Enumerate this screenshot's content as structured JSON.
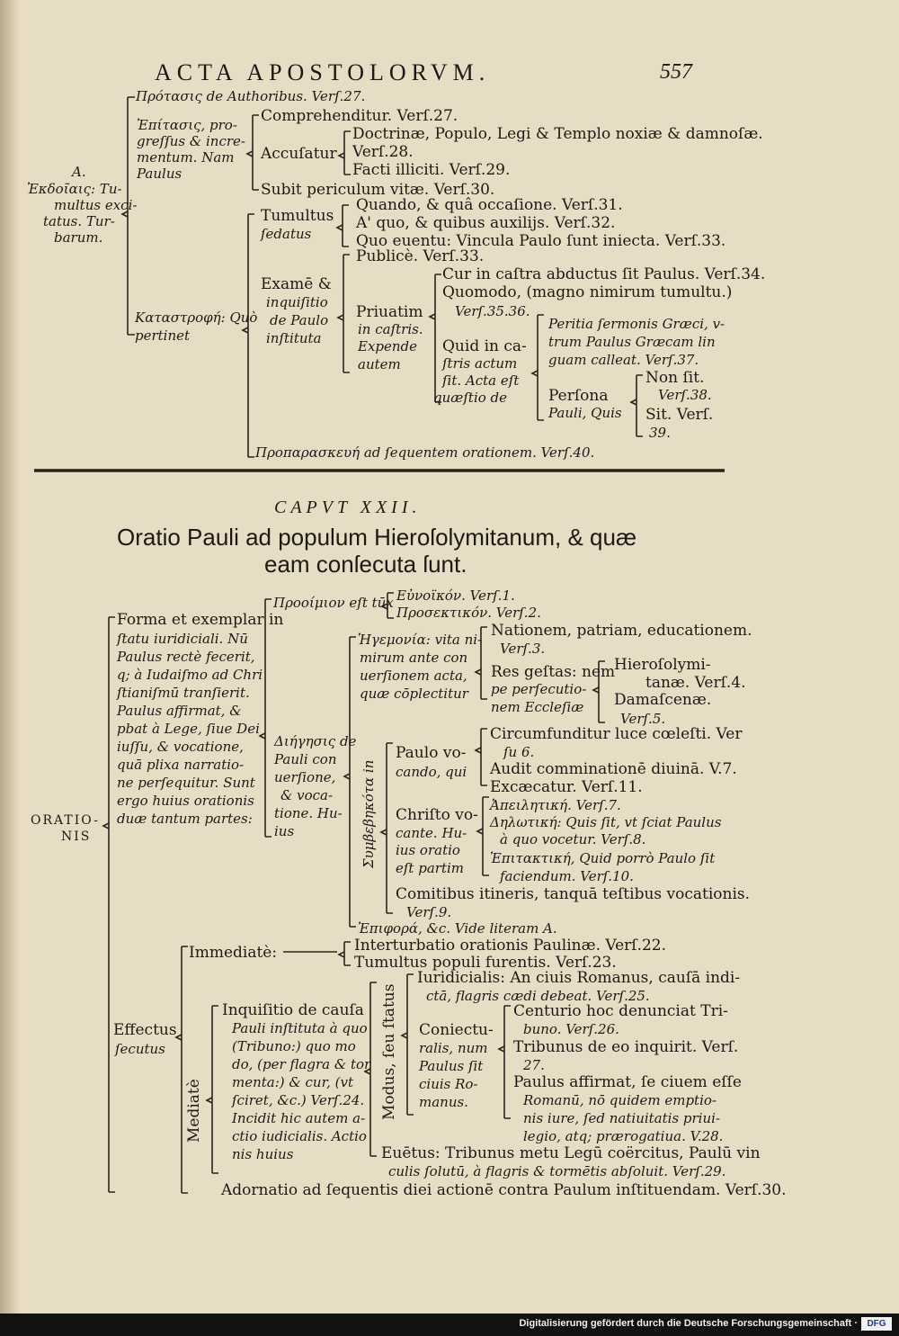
{
  "header": {
    "running_title": "ACTA APOSTOLORVM.",
    "page_number": "557"
  },
  "outline_a": {
    "label_a": "A.",
    "root": [
      "Ἐκδοῖαις: Tu-",
      "multus exci-",
      "tatus. Tur-",
      "barum."
    ],
    "protasis": "Πρότασις de Authoribus. Verſ.27.",
    "epitasis": [
      "Ἐπίτασις, pro-",
      "greſſus & incre-",
      "mentum. Nam",
      "Paulus"
    ],
    "comprehenditur": "Comprehenditur. Verſ.27.",
    "accusatur": "Accuſatur",
    "doctrinae": [
      "Doctrinæ, Populo, Legi & Templo noxiæ & damnoſæ.",
      "Verſ.28."
    ],
    "facti": "Facti illiciti. Verſ.29.",
    "subit": "Subit periculum vitæ. Verſ.30.",
    "catastrophe": [
      "Καταστροφή: Quò",
      "pertinet"
    ],
    "tumultus": [
      "Tumultus",
      "ſedatus"
    ],
    "quando": "Quando, & quâ occaſione. Verſ.31.",
    "a_quo": "A' quo, & quibus auxilijs. Verſ.32.",
    "quo_eventu": "Quo euentu: Vincula Paulo ſunt iniecta. Verſ.33.",
    "examen": [
      "Examē &",
      "inquiſitio",
      "de Paulo",
      "inſtituta"
    ],
    "publice": "Publicè. Verſ.33.",
    "privatim": [
      "Priuatim",
      "in caſtris.",
      "Expende",
      "autem"
    ],
    "cur": "Cur in caſtra abductus ſit Paulus. Verſ.34.",
    "quomodo": [
      "Quomodo, (magno nimirum tumultu.)",
      "Verſ.35.36."
    ],
    "quid": [
      "Quid in ca-",
      "ſtris actum",
      "ſit. Acta eſt",
      "quæſtio de"
    ],
    "peritia": [
      "Peritia ſermonis Græci, v-",
      "trum Paulus Græcam lin",
      "guam calleat. Verſ.37."
    ],
    "persona": [
      "Perſona",
      "Pauli, Quis"
    ],
    "non": [
      "Non ſit.",
      "Verſ.38."
    ],
    "sit": [
      "Sit. Verſ.",
      "39."
    ],
    "propar": "Προπαρασκευή ad ſequentem orationem. Verſ.40."
  },
  "chapter": {
    "label": "CAPVT XXII.",
    "title_line1": "Oratio Pauli ad populum Hieroſolymitanum, & quæ",
    "title_line2": "eam conſecuta ſunt."
  },
  "outline_b": {
    "root": [
      "ORATIO-",
      "NIS"
    ],
    "forma": [
      "Forma et exemplar in",
      "ſtatu iuridiciali. Nū",
      "Paulus rectè fecerit,",
      "q; à Iudaiſmo ad Chri",
      "ſtianiſmū tranſierit.",
      "Paulus affirmat, &",
      "pbat à Lege, ſiue Dei",
      "iuſſu, & vocatione,",
      "quā plixa narratio-",
      "ne perſequitur. Sunt",
      "ergo huius orationis",
      "duæ tantum partes:"
    ],
    "prooemium": "Προοίμιον eſt tūx",
    "eunoikon": "Εὐνοϊκόν. Verſ.1.",
    "prosektikon": "Προσεκτικόν. Verſ.2.",
    "diegesis": [
      "Διήγησις de",
      "Pauli con",
      "uerſione,",
      "& voca-",
      "tione. Hu-",
      "ius"
    ],
    "hegemonia": [
      "Ἡγεμονία: vita ni-",
      "mirum ante con",
      "uerſionem acta,",
      "quæ cōplectitur"
    ],
    "nationem": [
      "Nationem, patriam, educationem.",
      "Verſ.3."
    ],
    "res_gestas": [
      "Res geſtas: nem",
      "pe perſecutio-",
      "nem Eccleſiæ"
    ],
    "hierosolymitanae": [
      "Hieroſolymi-",
      "tanæ. Verſ.4."
    ],
    "damascenae": [
      "Damaſcenæ.",
      "Verſ.5."
    ],
    "symbebekota": "Συμβεβηκότα in",
    "paulo_vocando": [
      "Paulo vo-",
      "cando, qui"
    ],
    "circumfunditur": [
      "Circumfunditur luce cœleſti. Ver",
      "ſu 6."
    ],
    "audit": "Audit comminationē diuinā. V.7.",
    "excaecatur": "Excæcatur. Verſ.11.",
    "christo_vocante": [
      "Chriſto vo-",
      "cante. Hu-",
      "ius oratio",
      "eſt partim"
    ],
    "apeilitike": "Ἀπειλητική. Verſ.7.",
    "delotike": [
      "Δηλωτική: Quis ſit, vt ſciat Paulus",
      "à quo vocetur. Verſ.8."
    ],
    "epitaktike": [
      "Ἐπιτακτική, Quid porrò Paulo ſit",
      "faciendum. Verſ.10."
    ],
    "comitibus": [
      "Comitibus itineris, tanquā teſtibus vocationis.",
      "Verſ.9."
    ],
    "epiphora": "Ἐπιφορά, &c. Vide literam A.",
    "effectus": [
      "Effectus",
      "ſecutus"
    ],
    "immediate": "Immediatè:",
    "interturbatio": "Interturbatio orationis Paulinæ. Verſ.22.",
    "tumultus_pop": "Tumultus populi furentis. Verſ.23.",
    "mediate": "Mediatè",
    "inquisitio": [
      "Inquiſitio de cauſa",
      "Pauli inſtituta à quo",
      "(Tribuno:) quo mo",
      "do, (per flagra & tor",
      "menta:) & cur, (vt",
      "ſciret, &c.) Verſ.24.",
      "Incidit hic autem a-",
      "ctio iudicialis. Actio",
      "nis huius"
    ],
    "modus": "Modus, ſeu ſtatus",
    "iuridicialis": [
      "Iuridicialis: An ciuis Romanus, cauſā indi-",
      "ctā, flagris cædi debeat. Verſ.25."
    ],
    "coniecturalis": [
      "Coniectu-",
      "ralis, num",
      "Paulus ſit",
      "ciuis Ro-",
      "manus."
    ],
    "centurio": [
      "Centurio hoc denunciat Tri-",
      "buno. Verſ.26."
    ],
    "tribunus": [
      "Tribunus de eo inquirit. Verſ.",
      "27."
    ],
    "paulus_affirmat": [
      "Paulus affirmat, ſe ciuem eſſe",
      "Romanū, nō quidem emptio-",
      "nis iure, ſed natiuitatis priui-",
      "legio, atq; prærogatiua. V.28."
    ],
    "eventus": [
      "Euētus: Tribunus metu Legū coërcitus, Paulū vin",
      "culis ſolutū, à flagris & tormētis abſoluit. Verſ.29."
    ],
    "adornatio": "Adornatio ad ſequentis diei actionē contra Paulum inſtituendam. Verſ.30."
  },
  "footer": {
    "text": "Digitalisierung gefördert durch die Deutsche Forschungsgemeinschaft ·",
    "logo": "DFG"
  }
}
